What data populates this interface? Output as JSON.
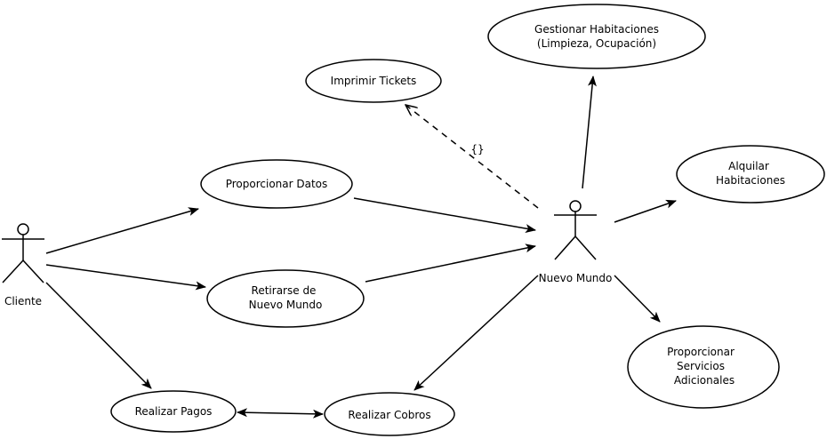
{
  "actors": {
    "cliente": "Cliente",
    "nuevo_mundo": "Nuevo Mundo"
  },
  "use_cases": {
    "gestionar": [
      "Gestionar Habitaciones",
      "(Limpieza, Ocupación)"
    ],
    "imprimir": [
      "Imprimir Tickets"
    ],
    "proporcionar_datos": [
      "Proporcionar Datos"
    ],
    "alquilar": [
      "Alquilar",
      "Habitaciones"
    ],
    "retirarse": [
      "Retirarse de",
      "Nuevo Mundo"
    ],
    "servicios": [
      "Proporcionar",
      "Servicios",
      "Adicionales"
    ],
    "pagos": [
      "Realizar Pagos"
    ],
    "cobros": [
      "Realizar Cobros"
    ]
  },
  "connectors": {
    "dependency_label": "{}"
  }
}
